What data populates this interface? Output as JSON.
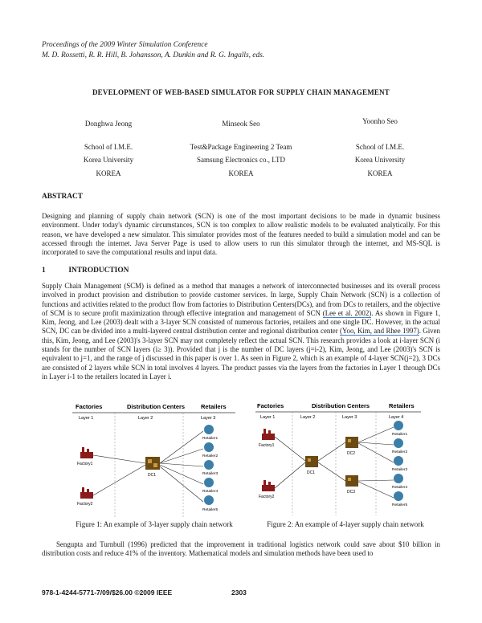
{
  "header": {
    "proceedings": "Proceedings of the 2009 Winter Simulation Conference",
    "editors": "M. D. Rossetti, R. R. Hill, B. Johansson, A. Dunkin and R. G. Ingalls, eds."
  },
  "title": "DEVELOPMENT OF WEB-BASED SIMULATOR FOR SUPPLY CHAIN MANAGEMENT",
  "authors": [
    {
      "name": "Donghwa Jeong",
      "dept": "School of I.M.E.",
      "org": "Korea University",
      "country": "KOREA"
    },
    {
      "name": "Minseok Seo",
      "dept": "Test&Package Engineering 2 Team",
      "org": "Samsung Electronics co., LTD",
      "country": "KOREA"
    },
    {
      "name": "Yoonho Seo",
      "dept": "School of I.M.E.",
      "org": "Korea University",
      "country": "KOREA"
    }
  ],
  "abstract": {
    "heading": "ABSTRACT",
    "text": "Designing and planning of supply chain network (SCN) is one of the most important decisions to be made in dynamic business environment. Under today's dynamic circumstances, SCN is too complex to allow realistic models to be evaluated analytically. For this reason, we have developed a new simulator. This simulator provides most of the features needed to build a simulation model and can be accessed through the internet. Java Server Page is used to allow users to run this simulator through the internet, and MS-SQL is incorporated to save the computational results and input data."
  },
  "intro": {
    "number": "1",
    "heading": "INTRODUCTION",
    "p1a": "Supply Chain Management (SCM) is defined as a method that manages a network of interconnected businesses and its overall process involved in product provision and distribution to provide customer services. In large, Supply Chain Network (SCN) is a collection of functions and activities related to the product flow from factories to Distribution Centers(DCs), and from DCs to retailers, and the objective of SCM is to secure profit maximization through effective integration and management of SCN ",
    "ref1": "(Lee et al. 2002)",
    "p1b": ". As shown in Figure 1, Kim, Jeong, and Lee (2003) dealt with a 3-layer SCN consisted of numerous factories, retailers and one single DC. However, in the actual SCN, DC can be divided into a multi-layered central distribution center and regional distribution center ",
    "ref2": "(Yoo, Kim, and Rhee 1997)",
    "p1c": ". Given this, Kim, Jeong, and Lee (2003)'s 3-layer SCN may not completely reflect the actual SCN. This research provides a look at i-layer SCN (i stands for the number of SCN layers (i≥ 3)). Provided that j is the number of DC layers (j=i-2), Kim, Jeong, and Lee (2003)'s SCN is equivalent to j=1, and the range of j discussed in this paper is over 1. As seen in Figure 2, which is an example of 4-layer SCN(j=2), 3 DCs are consisted of 2 layers while SCN in total involves 4 layers. The product passes via the layers from the factories in Layer 1 through DCs in Layer i-1 to the retailers located in Layer i.",
    "p2": "Sengupta and Turnbull (1996) predicted that the improvement in traditional logistics network could save about $10 billion in distribution costs and reduce 41% of the inventory. Mathematical models and simulation methods have been used to"
  },
  "figure1": {
    "caption": "Figure 1: An example of 3-layer supply chain network",
    "headers": [
      "Factories",
      "Distribution Centers",
      "Retailers"
    ],
    "layers": [
      "Layer 1",
      "Layer 2",
      "Layer 3"
    ],
    "factories": [
      "Factory1",
      "Factory2"
    ],
    "dc": "DC1",
    "retailers": [
      "Retailer1",
      "Retailer2",
      "Retailer3",
      "Retailer4",
      "Retailer5"
    ]
  },
  "figure2": {
    "caption": "Figure 2: An example of 4-layer supply chain network",
    "headers": [
      "Factories",
      "Distribution Centers",
      "Retailers"
    ],
    "layers": [
      "Layer 1",
      "Layer 2",
      "Layer 3",
      "Layer 4"
    ],
    "factories": [
      "Factory1",
      "Factory2"
    ],
    "dcs": [
      "DC1",
      "DC2",
      "DC3"
    ],
    "retailers": [
      "Retailer1",
      "Retailer2",
      "Retailer3",
      "Retailer4",
      "Retailer5"
    ]
  },
  "footer": {
    "isbn": "978-1-4244-5771-7/09/$26.00 ©2009 IEEE",
    "page": "2303"
  }
}
